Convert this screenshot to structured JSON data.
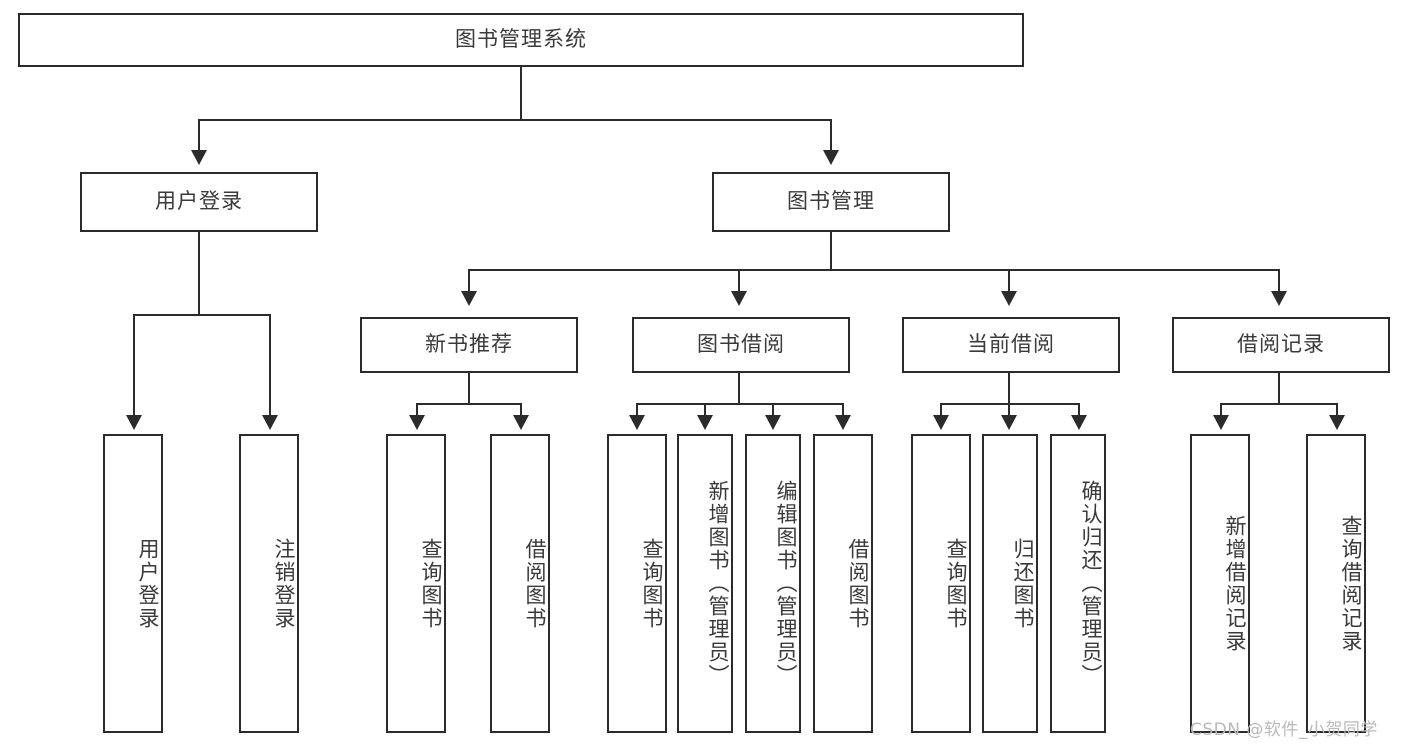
{
  "diagram": {
    "title": "图书管理系统",
    "type": "tree",
    "root": {
      "label": "图书管理系统"
    },
    "level2": [
      {
        "label": "用户登录"
      },
      {
        "label": "图书管理"
      }
    ],
    "level3": [
      {
        "label": "新书推荐"
      },
      {
        "label": "图书借阅"
      },
      {
        "label": "当前借阅"
      },
      {
        "label": "借阅记录"
      }
    ],
    "leaves": {
      "user_login": [
        {
          "label": "用户登录"
        },
        {
          "label": "注销登录"
        }
      ],
      "new_book_recommend": [
        {
          "label": "查询图书"
        },
        {
          "label": "借阅图书"
        }
      ],
      "book_borrow": [
        {
          "label": "查询图书"
        },
        {
          "label": "新增图书（管理员）"
        },
        {
          "label": "编辑图书（管理员）"
        },
        {
          "label": "借阅图书"
        }
      ],
      "current_borrow": [
        {
          "label": "查询图书"
        },
        {
          "label": "归还图书"
        },
        {
          "label": "确认归还（管理员）"
        }
      ],
      "borrow_record": [
        {
          "label": "新增借阅记录"
        },
        {
          "label": "查询借阅记录"
        }
      ]
    }
  },
  "watermark": {
    "text": "CSDN @软件_小贺同学"
  },
  "colors": {
    "stroke": "#2b2b2b",
    "text": "#3a3a3a",
    "background": "#ffffff",
    "watermark": "#b9b9b9"
  }
}
